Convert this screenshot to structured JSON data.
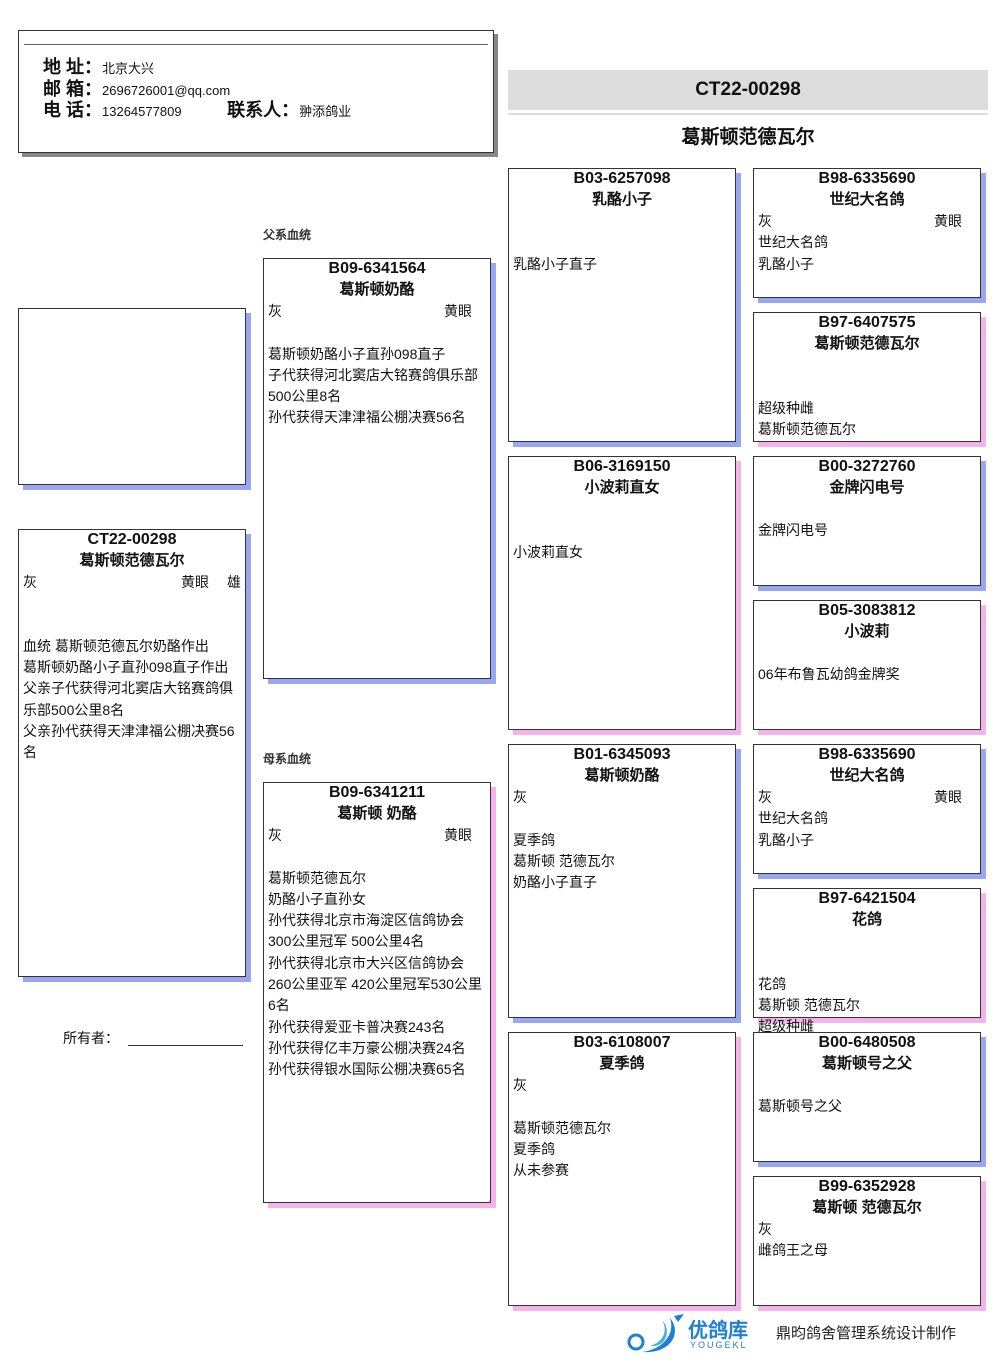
{
  "header": {
    "address_label": "地 址：",
    "address": "北京大兴",
    "email_label": "邮 箱：",
    "email": "2696726001@qq.com",
    "phone_label": "电 话：",
    "phone": "13264577809",
    "contact_label": "联系人：",
    "contact": "翀添鸽业"
  },
  "title": {
    "ring": "CT22-00298",
    "name": "葛斯顿范德瓦尔"
  },
  "labels": {
    "sire_line": "父系血统",
    "dam_line": "母系血统",
    "owner": "所有者："
  },
  "colors": {
    "male_shadow": "#9aa6f2",
    "female_shadow": "#f5b3e9",
    "title_bg": "#dcdcdc",
    "logo": "#1f7fd0"
  },
  "boxes": [
    {
      "id": "main",
      "sex": "m",
      "ring": "CT22-00298",
      "name": "葛斯顿范德瓦尔",
      "color": "灰",
      "eye": "黄眼",
      "gender": "雄",
      "rows": [
        "",
        "",
        "血统 葛斯顿范德瓦尔奶酪作出",
        "葛斯顿奶酪小子直孙098直子作出",
        "父亲子代获得河北窦店大铭赛鸽俱乐部500公里8名",
        "父亲孙代获得天津津福公棚决赛56名"
      ]
    },
    {
      "id": "sire",
      "sex": "m",
      "ring": "B09-6341564",
      "name": "葛斯顿奶酪",
      "color": "灰",
      "eye": "黄眼",
      "rows": [
        "",
        "葛斯顿奶酪小子直孙098直子",
        "子代获得河北窦店大铭赛鸽俱乐部500公里8名",
        "孙代获得天津津福公棚决赛56名"
      ]
    },
    {
      "id": "dam",
      "sex": "f",
      "ring": "B09-6341211",
      "name": "葛斯顿 奶酪",
      "color": "灰",
      "eye": "黄眼",
      "rows": [
        "",
        "葛斯顿范德瓦尔",
        "奶酪小子直孙女",
        "孙代获得北京市海淀区信鸽协会300公里冠军 500公里4名",
        "孙代获得北京市大兴区信鸽协会260公里亚军 420公里冠军530公里6名",
        "孙代获得爱亚卡普决赛243名",
        "孙代获得亿丰万豪公棚决赛24名",
        "孙代获得银水国际公棚决赛65名"
      ]
    },
    {
      "id": "g1",
      "sex": "m",
      "ring": "B03-6257098",
      "name": "乳酪小子",
      "rows": [
        "",
        "",
        "乳酪小子直子"
      ]
    },
    {
      "id": "g2",
      "sex": "f",
      "ring": "B06-3169150",
      "name": "小波莉直女",
      "rows": [
        "",
        "",
        "小波莉直女"
      ]
    },
    {
      "id": "g3",
      "sex": "m",
      "ring": "B01-6345093",
      "name": "葛斯顿奶酪",
      "color": "灰",
      "rows": [
        "",
        "夏季鸽",
        "葛斯顿 范德瓦尔",
        "奶酪小子直子"
      ]
    },
    {
      "id": "g4",
      "sex": "f",
      "ring": "B03-6108007",
      "name": "夏季鸽",
      "color": "灰",
      "rows": [
        "",
        "葛斯顿范德瓦尔",
        "夏季鸽",
        "从未参赛"
      ]
    },
    {
      "id": "gg1",
      "sex": "m",
      "ring": "B98-6335690",
      "name": "世纪大名鸽",
      "color": "灰",
      "eye": "黄眼",
      "rows": [
        "世纪大名鸽",
        "乳酪小子"
      ]
    },
    {
      "id": "gg2",
      "sex": "f",
      "ring": "B97-6407575",
      "name": "葛斯顿范德瓦尔",
      "rows": [
        "",
        "",
        "超级种雌",
        "葛斯顿范德瓦尔"
      ]
    },
    {
      "id": "gg3",
      "sex": "m",
      "ring": "B00-3272760",
      "name": "金牌闪电号",
      "rows": [
        "",
        "金牌闪电号"
      ]
    },
    {
      "id": "gg4",
      "sex": "f",
      "ring": "B05-3083812",
      "name": "小波莉",
      "rows": [
        "",
        "06年布鲁瓦幼鸽金牌奖"
      ]
    },
    {
      "id": "gg5",
      "sex": "m",
      "ring": "B98-6335690",
      "name": "世纪大名鸽",
      "color": "灰",
      "eye": "黄眼",
      "rows": [
        "世纪大名鸽",
        "乳酪小子"
      ]
    },
    {
      "id": "gg6",
      "sex": "f",
      "ring": "B97-6421504",
      "name": "花鸽",
      "rows": [
        "",
        "",
        "花鸽",
        "葛斯顿 范德瓦尔",
        "超级种雌"
      ]
    },
    {
      "id": "gg7",
      "sex": "m",
      "ring": "B00-6480508",
      "name": "葛斯顿号之父",
      "rows": [
        "",
        "葛斯顿号之父"
      ]
    },
    {
      "id": "gg8",
      "sex": "f",
      "ring": "B99-6352928",
      "name": "葛斯顿 范德瓦尔",
      "color": "灰",
      "rows": [
        "雌鸽王之母"
      ]
    }
  ],
  "logo": {
    "cn": "优鸽库",
    "en": "YOUGEKL"
  },
  "footer": "鼎昀鸽舍管理系统设计制作"
}
